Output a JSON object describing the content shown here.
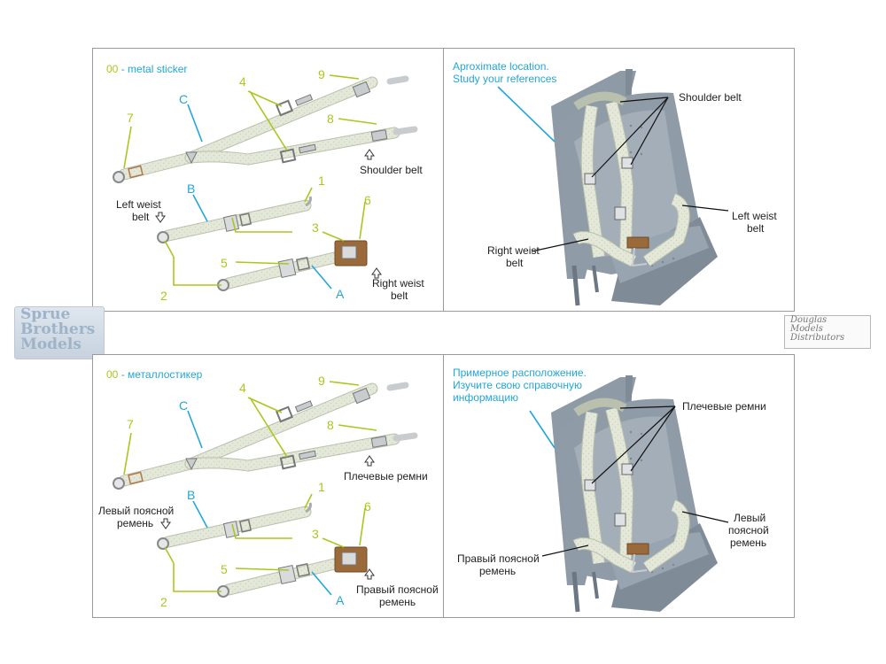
{
  "top": {
    "sticker_code": "00",
    "sticker_text": " - metal sticker",
    "note_line1": "Aproximate location.",
    "note_line2": "Study your references",
    "left_labels": {
      "shoulder": "Shoulder belt",
      "left_weist_1": "Left weist",
      "left_weist_2": "belt",
      "right_weist_1": "Right weist",
      "right_weist_2": "belt"
    },
    "right_labels": {
      "shoulder": "Shoulder belt",
      "left_weist_1": "Left weist",
      "left_weist_2": "belt",
      "right_weist_1": "Right weist",
      "right_weist_2": "belt"
    }
  },
  "bottom": {
    "sticker_code": "00",
    "sticker_text": " - металлостикер",
    "note_line1": "Примерное расположение.",
    "note_line2": "Изучите свою справочную",
    "note_line3": "информацию",
    "left_labels": {
      "shoulder": "Плечевые ремни",
      "left_weist_1": "Левый поясной",
      "left_weist_2": "ремень",
      "right_weist_1": "Правый поясной",
      "right_weist_2": "ремень"
    },
    "right_labels": {
      "shoulder": "Плечевые ремни",
      "left_weist_1": "Левый",
      "left_weist_2": "поясной",
      "left_weist_3": "ремень",
      "right_weist_1": "Правый поясной",
      "right_weist_2": "ремень"
    }
  },
  "parts": {
    "n1": "1",
    "n2": "2",
    "n3": "3",
    "n4": "4",
    "n5": "5",
    "n6": "6",
    "n7": "7",
    "n8": "8",
    "n9": "9",
    "a": "A",
    "b": "B",
    "c": "C"
  },
  "logos": {
    "left_line1": "Sprue",
    "left_line2": "Brothers",
    "left_line3": "Models",
    "right_line1": "Douglas",
    "right_line2": "Models",
    "right_line3": "Distributors"
  },
  "colors": {
    "accent_cyan": "#23a6d8",
    "accent_lime": "#a8c81e",
    "belt": "#e2e8d6",
    "seat": "#8e9aa6",
    "metal": "#c9ccce",
    "leather": "#9a6a3a"
  }
}
